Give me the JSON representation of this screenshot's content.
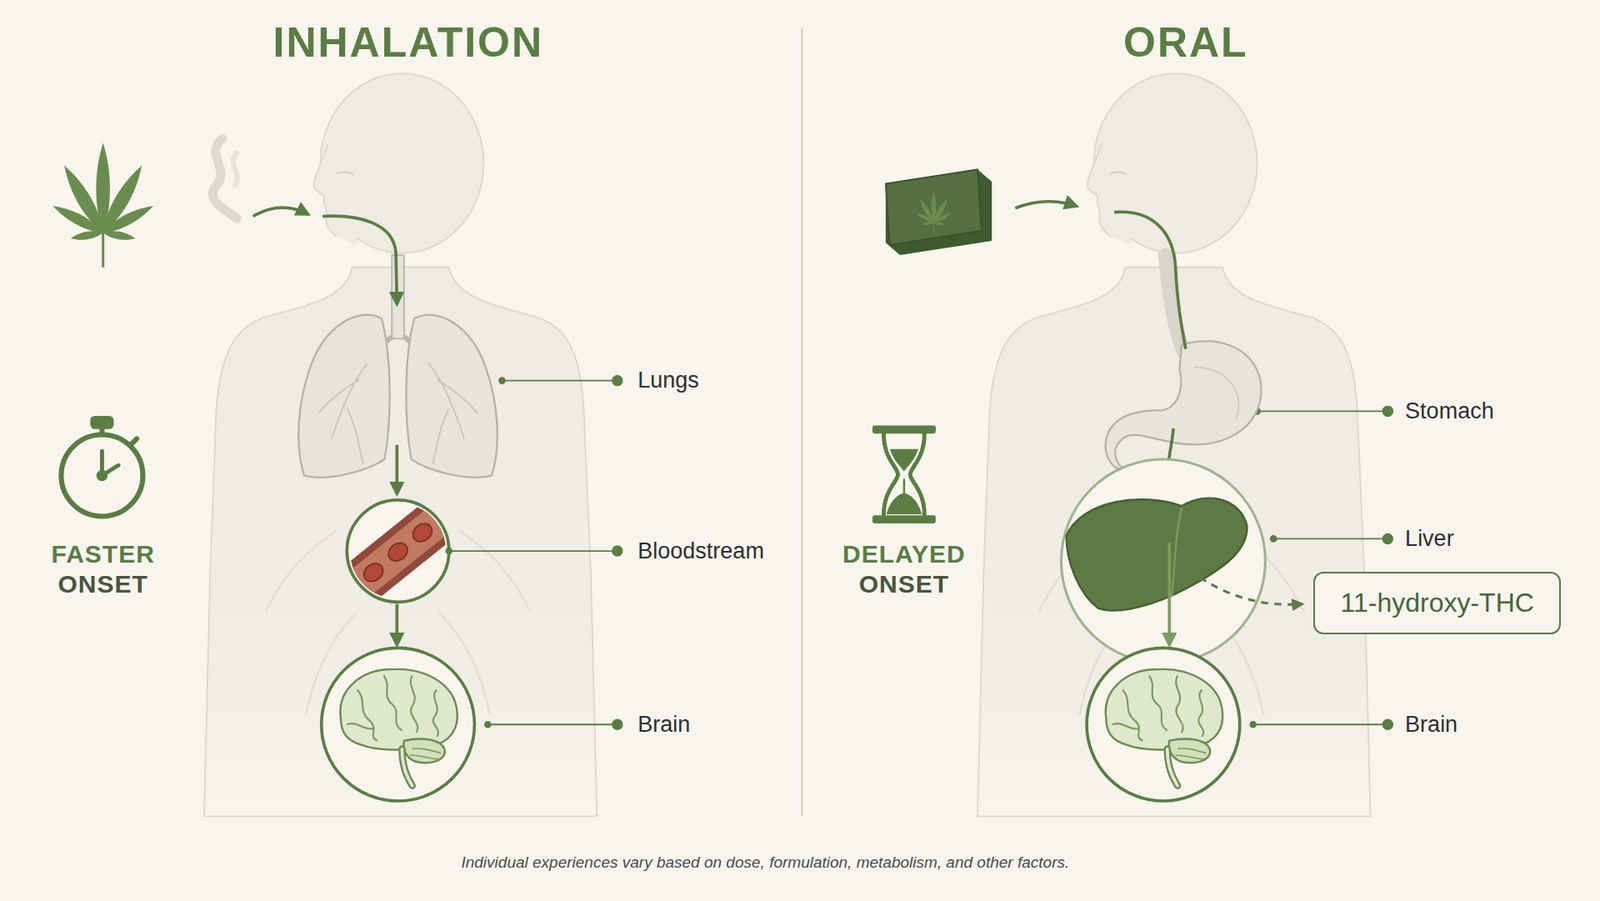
{
  "diagram": {
    "caption": "Individual experiences vary based on dose, formulation, metabolism, and other factors.",
    "nodes": [
      {
        "text": [
          "11-hydroxy-THC"
        ]
      }
    ],
    "labels": [
      "INHALATION",
      "ORAL",
      "Lungs",
      "Bloodstream",
      "Brain",
      "FASTER",
      "ONSET",
      "Stomach",
      "Liver",
      "Brain",
      "DELAYED",
      "ONSET"
    ]
  }
}
